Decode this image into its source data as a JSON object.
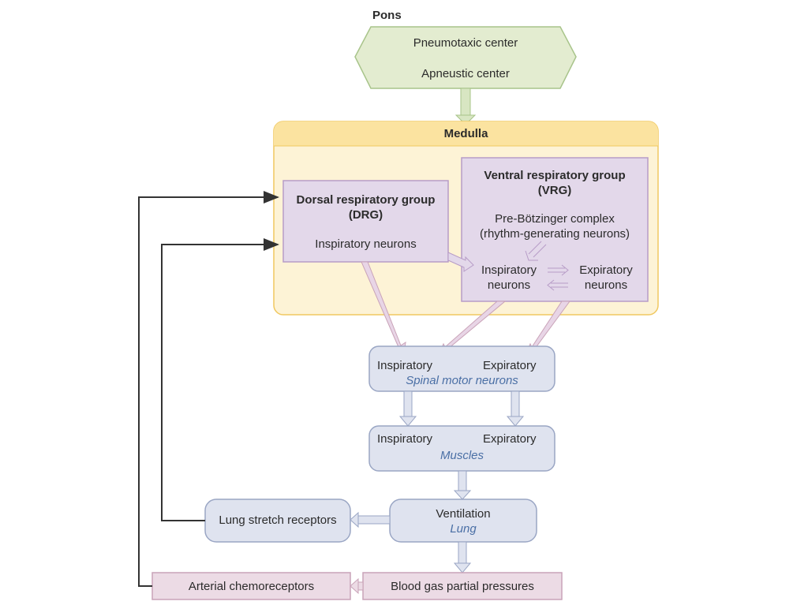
{
  "title": "Respiratory control diagram",
  "colors": {
    "pons_fill": "#e3ecd0",
    "pons_stroke": "#a8c48a",
    "medulla_fill": "#fdf3d6",
    "medulla_header": "#fbe3a0",
    "medulla_stroke": "#f0c860",
    "group_fill": "#e3d8ea",
    "group_stroke": "#b79cc7",
    "motor_fill": "#dfe3ef",
    "motor_stroke": "#9aa6c4",
    "chemo_fill": "#ecdbe5",
    "chemo_stroke": "#c9a3b8",
    "feedback_line": "#333333",
    "italic_text": "#4a6fa5"
  },
  "pons": {
    "label": "Pons",
    "items": [
      "Pneumotaxic center",
      "Apneustic center"
    ]
  },
  "medulla": {
    "label": "Medulla",
    "drg": {
      "title_line1": "Dorsal respiratory group",
      "title_line2": "(DRG)",
      "neurons": "Inspiratory neurons"
    },
    "vrg": {
      "title_line1": "Ventral respiratory group",
      "title_line2": "(VRG)",
      "complex_line1": "Pre-Bötzinger complex",
      "complex_line2": "(rhythm-generating neurons)",
      "insp_line1": "Inspiratory",
      "insp_line2": "neurons",
      "exp_line1": "Expiratory",
      "exp_line2": "neurons"
    }
  },
  "spinal": {
    "left": "Inspiratory",
    "right": "Expiratory",
    "label": "Spinal motor neurons"
  },
  "muscles": {
    "left": "Inspiratory",
    "right": "Expiratory",
    "label": "Muscles"
  },
  "lung": {
    "title": "Ventilation",
    "label": "Lung"
  },
  "stretch": {
    "label": "Lung stretch receptors"
  },
  "blood_gas": {
    "label": "Blood gas partial pressures"
  },
  "chemo": {
    "label": "Arterial chemoreceptors"
  }
}
